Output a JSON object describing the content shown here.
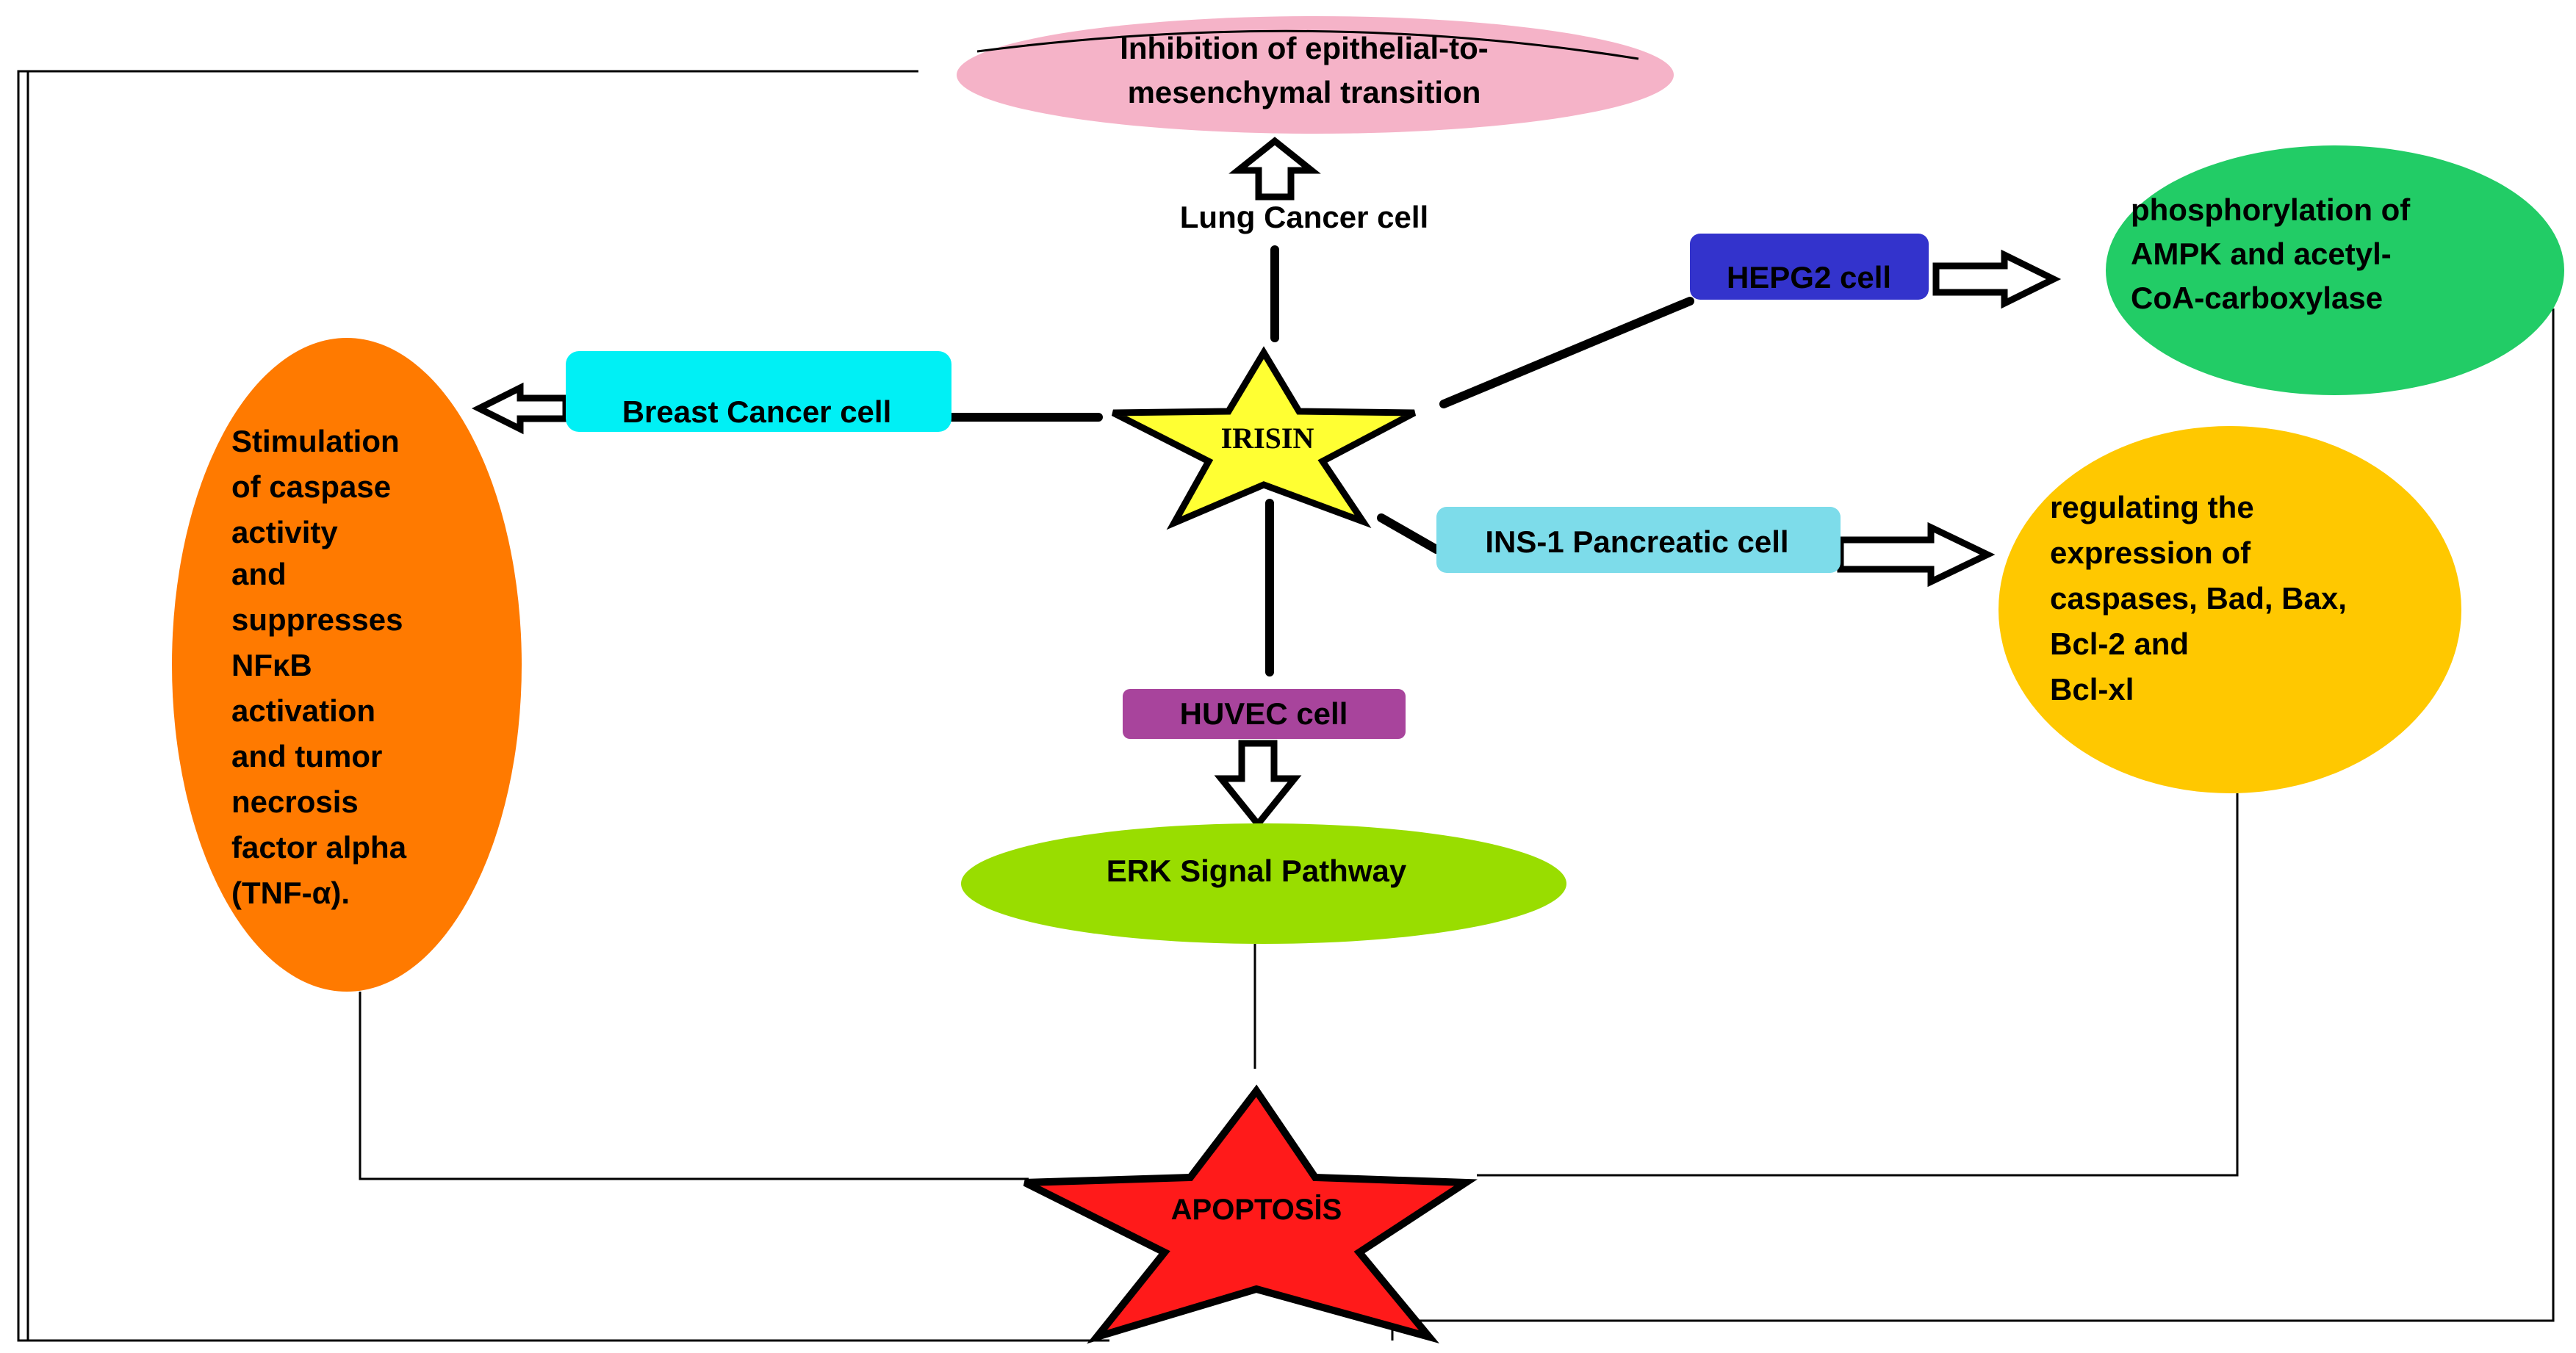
{
  "center": {
    "label": "IRISIN"
  },
  "outcome": {
    "label": "APOPTOSİS"
  },
  "cells": {
    "lung": "Lung Cancer cell",
    "breast": "Breast Cancer  cell",
    "hepg2": "HEPG2 cell",
    "ins1": "INS-1 Pancreatic cell",
    "huvec": "HUVEC cell"
  },
  "effects": {
    "lung": [
      "Inhibition of epithelial-to-",
      "mesenchymal transition"
    ],
    "breast": [
      "Stimulation",
      "of caspase",
      "activity",
      "and",
      "suppresses",
      "NFκB",
      "activation",
      "and tumor",
      "necrosis",
      "factor alpha",
      "(TNF-α)."
    ],
    "hepg2": [
      "phosphorylation of",
      "AMPK and acetyl-",
      "CoA-carboxylase"
    ],
    "ins1": [
      "regulating the",
      "expression of",
      "caspases, Bad, Bax,",
      "Bcl-2 and",
      "Bcl-xl"
    ],
    "huvec": "ERK Signal Pathway"
  },
  "colors": {
    "irisin_star": "#ffff33",
    "apoptosis_star": "#ff1a1a",
    "lung_effect": "#f5b3c8",
    "breast_cell": "#00f0f5",
    "breast_effect": "#ff7a00",
    "hepg2_cell": "#3333cc",
    "hepg2_effect": "#22cc66",
    "ins1_cell": "#7ddcea",
    "ins1_effect": "#ffc800",
    "huvec_cell": "#a8449c",
    "huvec_effect": "#99dd00"
  }
}
